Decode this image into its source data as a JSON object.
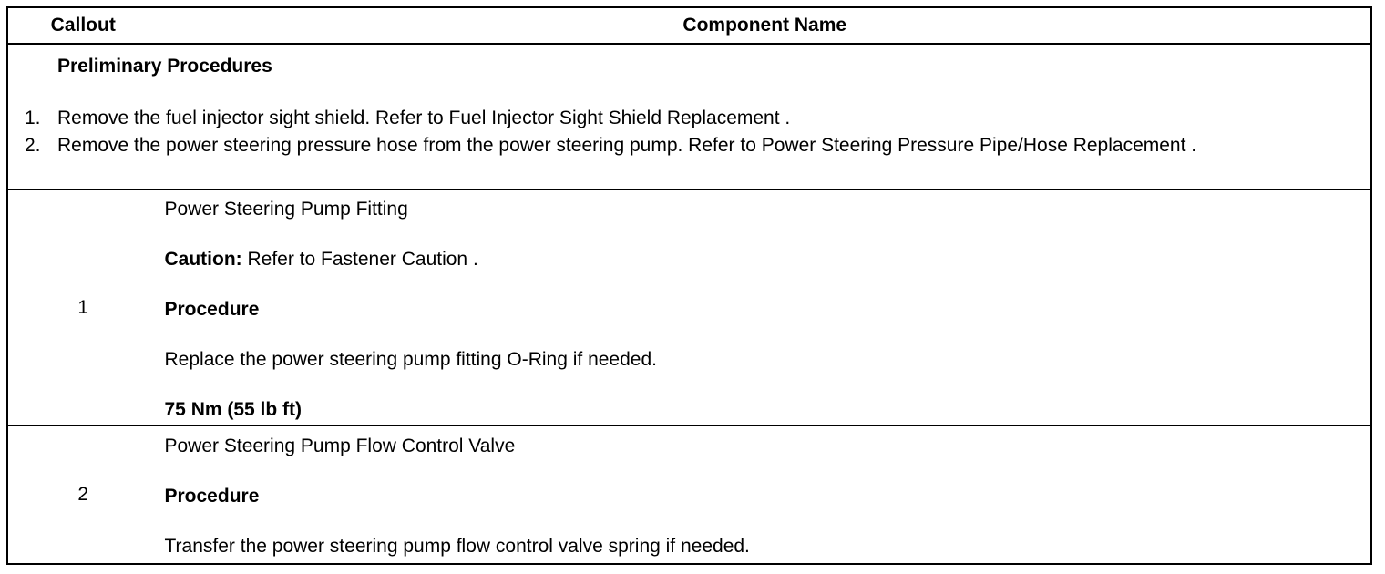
{
  "header": {
    "callout": "Callout",
    "component_name": "Component Name"
  },
  "preliminary": {
    "title": "Preliminary Procedures",
    "steps": [
      {
        "num": "1.",
        "text": "Remove the fuel injector sight shield. Refer to Fuel Injector Sight Shield Replacement ."
      },
      {
        "num": "2.",
        "text": "Remove the power steering pressure hose from the power steering pump. Refer to Power Steering Pressure Pipe/Hose Replacement ."
      }
    ]
  },
  "rows": [
    {
      "callout": "1",
      "name": "Power Steering Pump Fitting",
      "caution_label": "Caution:",
      "caution_text": " Refer to Fastener Caution .",
      "procedure_label": "Procedure",
      "procedure_text": "Replace the power steering pump fitting O-Ring if needed.",
      "torque": "75 Nm (55 lb ft)"
    },
    {
      "callout": "2",
      "name": "Power Steering Pump Flow Control Valve",
      "procedure_label": "Procedure",
      "procedure_text": "Transfer the power steering pump flow control valve spring if needed."
    }
  ]
}
